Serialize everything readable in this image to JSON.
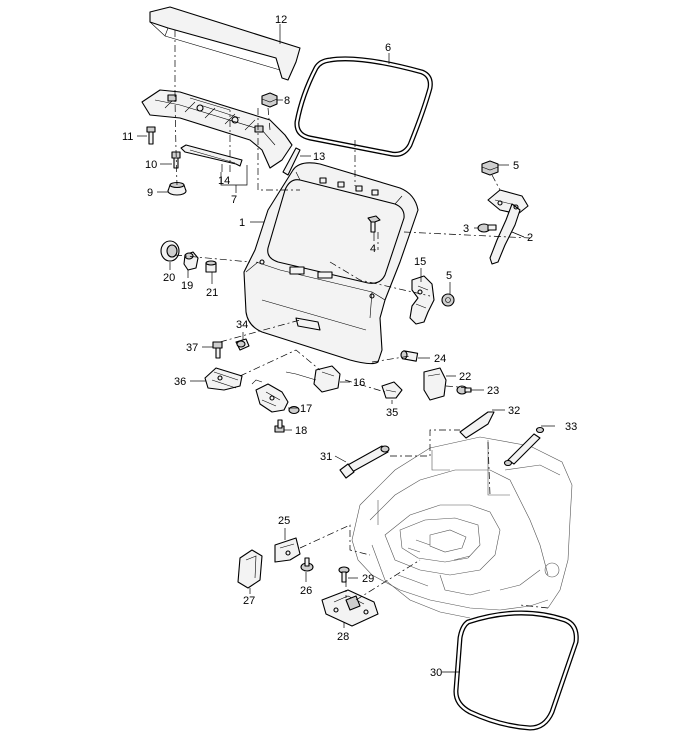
{
  "parts": {
    "p1": "1",
    "p2": "2",
    "p3": "3",
    "p4": "4",
    "p5a": "5",
    "p5b": "5",
    "p6": "6",
    "p7": "7",
    "p8": "8",
    "p9": "9",
    "p10": "10",
    "p11": "11",
    "p12": "12",
    "p13": "13",
    "p14": "14",
    "p15": "15",
    "p16": "16",
    "p17": "17",
    "p18": "18",
    "p19": "19",
    "p20": "20",
    "p21": "21",
    "p22": "22",
    "p23": "23",
    "p24": "24",
    "p25": "25",
    "p26": "26",
    "p27": "27",
    "p28": "28",
    "p29": "29",
    "p30": "30",
    "p31": "31",
    "p32": "32",
    "p33": "33",
    "p34": "34",
    "p35": "35",
    "p36": "36",
    "p37": "37"
  }
}
